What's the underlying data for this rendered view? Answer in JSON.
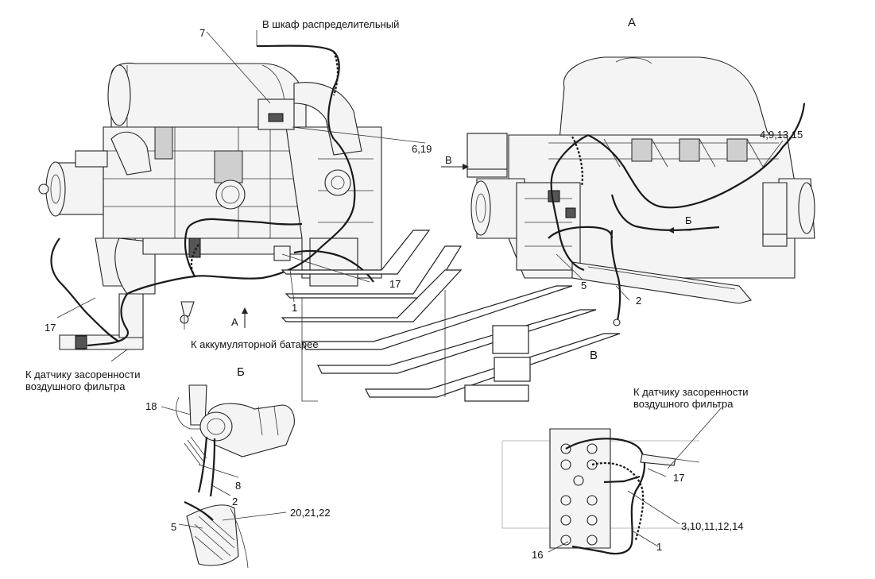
{
  "labels": {
    "cabinet": "В шкаф распределительный",
    "view_a": "А",
    "l7": "7",
    "l619": "6,19",
    "l491315": "4,9,13,15",
    "arrow_v": "В",
    "arrow_b": "Б",
    "l17_mid": "17",
    "l1_mid": "1",
    "l5_mid": "5",
    "l2_mid": "2",
    "l17_left": "17",
    "arrow_a": "А",
    "battery": "К аккумуляторной батарее",
    "sensor_left_1": "К датчику засоренности",
    "sensor_left_2": "воздушного фильтра",
    "view_b": "Б",
    "view_v": "В",
    "l18": "18",
    "l8": "8",
    "l2_b": "2",
    "l5_b": "5",
    "l202122": "20,21,22",
    "sensor_right_1": "К датчику засоренности",
    "sensor_right_2": "воздушного фильтра",
    "l17_v": "17",
    "l3101112": "3,10,11,12,14",
    "l16": "16",
    "l1_v": "1"
  }
}
